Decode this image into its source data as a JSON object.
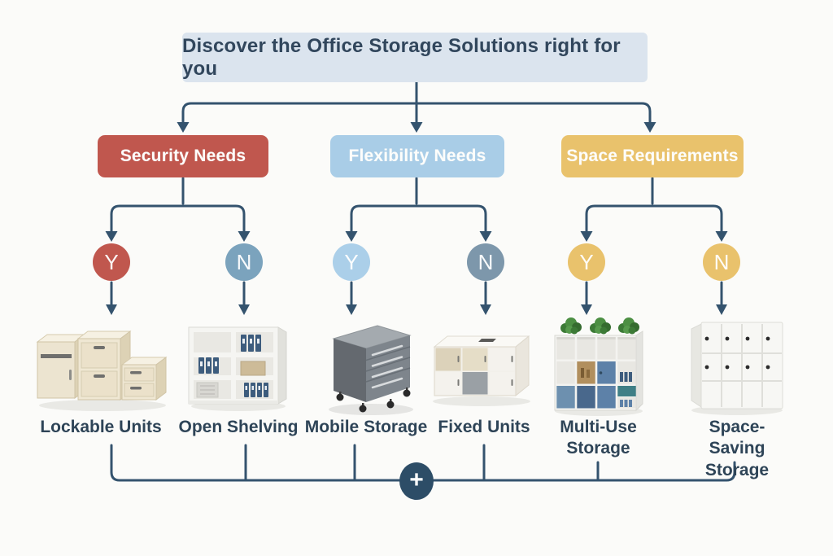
{
  "title": "Discover the Office Storage Solutions right for you",
  "branches": [
    {
      "label": "Security Needs",
      "color": "#c0574e",
      "options": [
        {
          "answer": "Y",
          "color": "#c0574e",
          "result": "Lockable Units",
          "icon": "lockable-units-icon"
        },
        {
          "answer": "N",
          "color": "#7ba3bd",
          "result": "Open Shelving",
          "icon": "open-shelving-icon"
        }
      ]
    },
    {
      "label": "Flexibility Needs",
      "color": "#a9cde7",
      "options": [
        {
          "answer": "Y",
          "color": "#abcfe9",
          "result": "Mobile Storage",
          "icon": "mobile-storage-icon"
        },
        {
          "answer": "N",
          "color": "#7d97ab",
          "result": "Fixed Units",
          "icon": "fixed-units-icon"
        }
      ]
    },
    {
      "label": "Space Requirements",
      "color": "#e9c26c",
      "options": [
        {
          "answer": "Y",
          "color": "#e9c26c",
          "result": "Multi-Use Storage",
          "icon": "multi-use-storage-icon"
        },
        {
          "answer": "N",
          "color": "#e9c26c",
          "result": "Space-Saving Storage",
          "icon": "space-saving-storage-icon"
        }
      ]
    }
  ],
  "footer": {
    "combine_symbol": "+"
  },
  "colors": {
    "background": "#fbfbf9",
    "connector": "#34536e",
    "title_bg": "#dbe4ee",
    "title_text": "#31465c",
    "label_text": "#2e4457",
    "plus_bg": "#2d4d67"
  }
}
